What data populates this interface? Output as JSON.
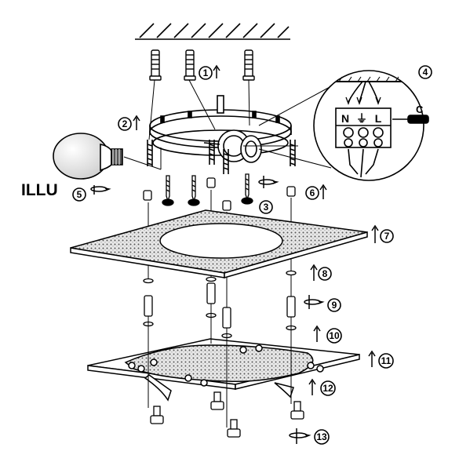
{
  "steps": [
    {
      "num": "1",
      "direction": "up"
    },
    {
      "num": "2",
      "direction": "up"
    },
    {
      "num": "3",
      "direction": "rotate"
    },
    {
      "num": "4",
      "direction": "none"
    },
    {
      "num": "5",
      "direction": "rotate"
    },
    {
      "num": "6",
      "direction": "up"
    },
    {
      "num": "7",
      "direction": "up"
    },
    {
      "num": "8",
      "direction": "up"
    },
    {
      "num": "9",
      "direction": "rotate"
    },
    {
      "num": "10",
      "direction": "up"
    },
    {
      "num": "11",
      "direction": "up"
    },
    {
      "num": "12",
      "direction": "up"
    },
    {
      "num": "13",
      "direction": "rotate"
    }
  ],
  "bulb_label": "ILLU",
  "terminals": {
    "neutral": "N",
    "earth": "⏚",
    "live": "L"
  },
  "wire_strip_mark": "C",
  "colors": {
    "line": "#000000",
    "fill": "#ffffff",
    "glass": "#bdbdbd"
  }
}
